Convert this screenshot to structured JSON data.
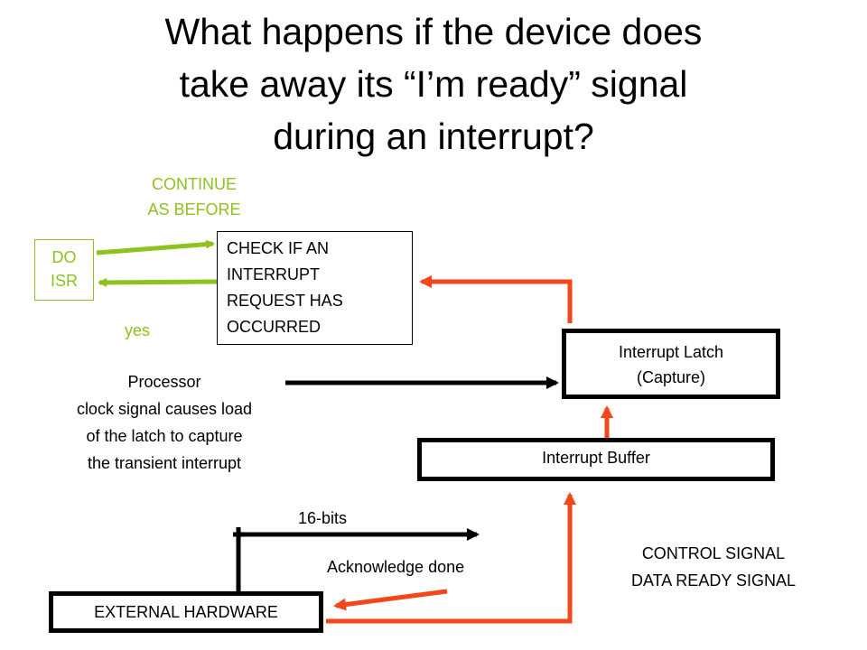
{
  "title": {
    "line1": "What happens if the device does",
    "line2": "take away its “I’m ready” signal",
    "line3": "during an interrupt?"
  },
  "labels": {
    "continue_line1": "CONTINUE",
    "continue_line2": "AS BEFORE",
    "yes": "yes",
    "processor_line1": "Processor",
    "processor_line2": "clock signal causes load",
    "processor_line3": "of the latch to capture",
    "processor_line4": "the transient interrupt",
    "bits": "16-bits",
    "acknowledge": "Acknowledge done",
    "control_line1": "CONTROL SIGNAL",
    "control_line2": "DATA READY SIGNAL"
  },
  "boxes": {
    "do_isr_line1": "DO",
    "do_isr_line2": "ISR",
    "check_line1": "CHECK IF AN",
    "check_line2": "INTERRUPT",
    "check_line3": "REQUEST HAS",
    "check_line4": "OCCURRED",
    "latch_line1": "Interrupt Latch",
    "latch_line2": "(Capture)",
    "buffer": "Interrupt Buffer",
    "external": "EXTERNAL HARDWARE"
  },
  "colors": {
    "green": "#8dc21f",
    "red": "#f4461c",
    "black": "#000000"
  }
}
